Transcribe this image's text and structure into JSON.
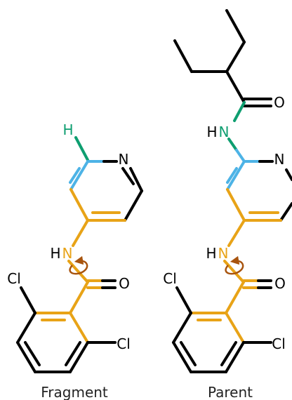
{
  "colors": {
    "bond": "#000000",
    "core": "#E8A317",
    "pyridine_ring": "#4DB3E6",
    "linker": "#0E9E70",
    "rotation_arrow": "#A8540E",
    "caption": "#222222"
  },
  "molecules": [
    {
      "caption": "Fragment",
      "atoms": {
        "H_label": "H",
        "N_ring": "N",
        "N_amide_H": "H",
        "N_amide_N": "N",
        "O": "O",
        "Cl_top": "Cl",
        "Cl_right": "Cl"
      }
    },
    {
      "caption": "Parent",
      "atoms": {
        "N_linker_H": "H",
        "N_linker_N": "N",
        "O_top": "O",
        "N_ring": "N",
        "N_amide_H": "H",
        "N_amide_N": "N",
        "O": "O",
        "Cl_top": "Cl",
        "Cl_right": "Cl"
      }
    }
  ]
}
